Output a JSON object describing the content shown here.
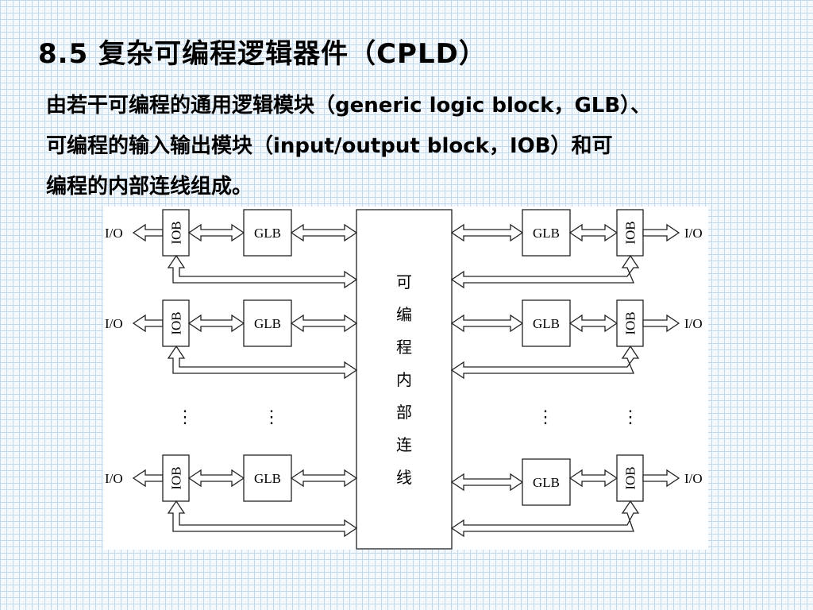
{
  "slide": {
    "title": "8.5 复杂可编程逻辑器件（CPLD）",
    "body_lines": [
      "由若干可编程的通用逻辑模块（generic logic block，GLB）、",
      "可编程的输入输出模块（input/output block，IOB）和可",
      "编程的内部连线组成。"
    ]
  },
  "diagram": {
    "io_label": "I/O",
    "iob_label": "IOB",
    "glb_label": "GLB",
    "center_chars": [
      "可",
      "编",
      "程",
      "内",
      "部",
      "连",
      "线"
    ],
    "ellipsis": "⋮"
  }
}
